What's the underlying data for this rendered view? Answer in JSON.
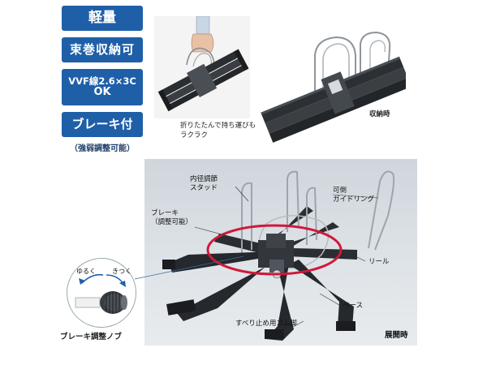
{
  "badges": {
    "light": "軽量",
    "bundle": "束巻収納可",
    "vvf_line1": "VVF線2.6×3C",
    "vvf_line2": "OK",
    "brake": "ブレーキ付",
    "brake_note": "（強弱調整可能）"
  },
  "photo_small": {
    "caption_line1": "折りたたんで持ち運びも",
    "caption_line2": "ラクラク"
  },
  "photo_large": {
    "caption": "収納時"
  },
  "main": {
    "caption": "展開時",
    "labels": {
      "stud_line1": "内径調節",
      "stud_line2": "スタッド",
      "guide_line1": "可倒",
      "guide_line2": "ガイドリング",
      "brake_line1": "ブレーキ",
      "brake_line2": "（調整可能）",
      "reel": "リール",
      "base": "ベース",
      "rubber_foot": "すべり止め用ゴム脚"
    }
  },
  "knob": {
    "loosen": "ゆるく",
    "tighten": "きつく",
    "title": "ブレーキ調整ノブ"
  },
  "colors": {
    "badge_blue": "#1f5fa8",
    "highlight_red": "#d0183a",
    "callout_blue": "#3a6ea5"
  }
}
